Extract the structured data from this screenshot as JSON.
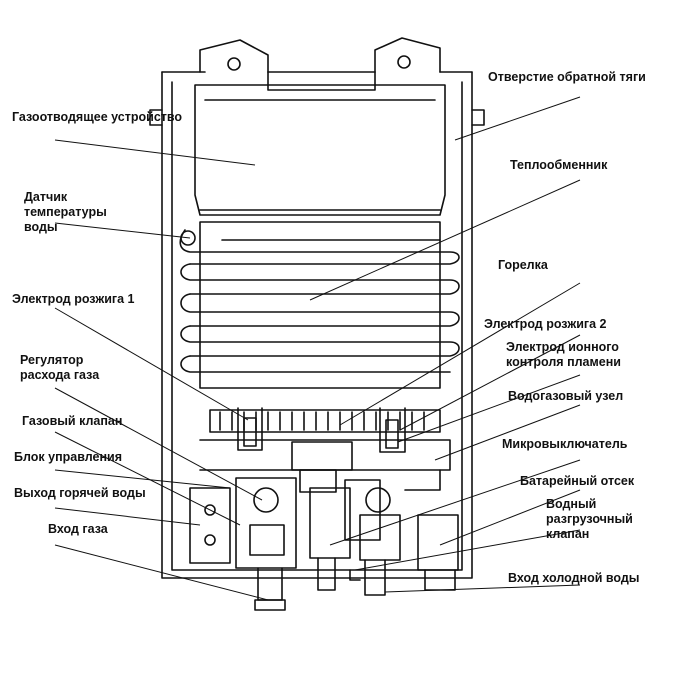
{
  "diagram": {
    "labels": {
      "gas_exhaust": "Газоотводящее устройство",
      "water_temp_sensor": [
        "Датчик",
        "температуры",
        "воды"
      ],
      "ignition_electrode_1": "Электрод розжига 1",
      "gas_flow_regulator": [
        "Регулятор",
        "расхода газа"
      ],
      "gas_valve": "Газовый клапан",
      "control_unit": "Блок управления",
      "hot_water_outlet": "Выход горячей воды",
      "gas_inlet": "Вход газа",
      "backdraft_opening": "Отверстие обратной тяги",
      "heat_exchanger": "Теплообменник",
      "burner": "Горелка",
      "ignition_electrode_2": "Электрод розжига 2",
      "ion_flame_electrode": [
        "Электрод ионного",
        "контроля пламени"
      ],
      "water_gas_unit": "Водогазовый узел",
      "microswitch": "Микровыключатель",
      "battery_compartment": "Батарейный отсек",
      "drain_valve": [
        "Водный",
        "разгрузочный",
        "клапан"
      ],
      "cold_water_inlet": "Вход холодной воды"
    }
  }
}
